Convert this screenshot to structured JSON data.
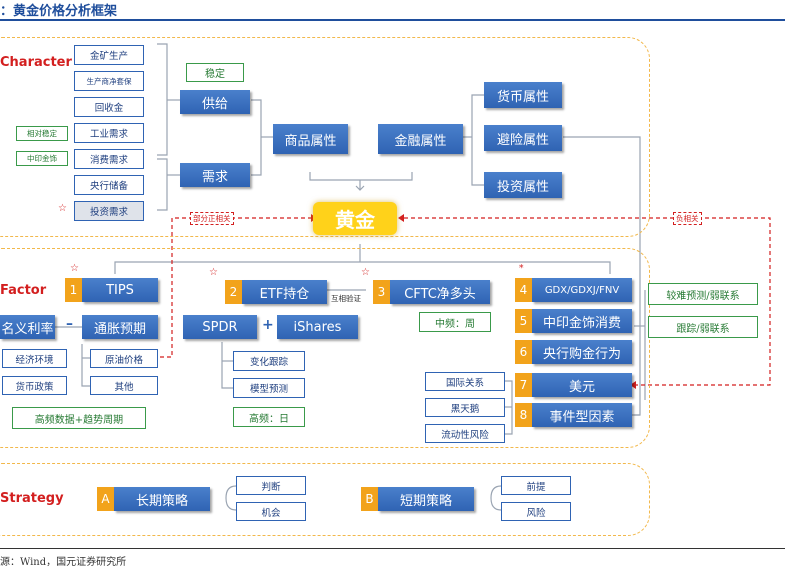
{
  "header": {
    "title": "：黄金价格分析框架"
  },
  "source": "源：Wind，国元证券研究所",
  "center": {
    "label": "黄金"
  },
  "character": {
    "label": "Character",
    "left_items": [
      "金矿生产",
      "生产商净套保",
      "回收金",
      "工业需求",
      "消费需求",
      "央行储备",
      "投资需求"
    ],
    "tags": {
      "industry": "相对稳定",
      "consumption": "中印金饰"
    },
    "stable": "稳定",
    "supply": "供给",
    "demand": "需求",
    "commodity": "商品属性",
    "financial": "金融属性",
    "right_items": [
      "货币属性",
      "避险属性",
      "投资属性"
    ]
  },
  "relations": {
    "partial_positive": "部分正相关",
    "negative": "负相关",
    "mutual": "互相验证"
  },
  "factor": {
    "label": "Factor",
    "f1": {
      "num": "1",
      "name": "TIPS"
    },
    "f2": {
      "num": "2",
      "name": "ETF持仓"
    },
    "f3": {
      "num": "3",
      "name": "CFTC净多头"
    },
    "nominal": "名义利率",
    "minus": "–",
    "inflation": "通胀预期",
    "left_small": [
      "经济环境",
      "货币政策"
    ],
    "oil": "原油价格",
    "other": "其他",
    "hf_trend": "高频数据+趋势周期",
    "spdr": "SPDR",
    "plus": "+",
    "ishares": "iShares",
    "etf_subs": [
      "变化跟踪",
      "模型预测"
    ],
    "hf_day": "高频：日",
    "mf_week": "中频：周",
    "right": [
      {
        "num": "4",
        "name": "GDX/GDXJ/FNV"
      },
      {
        "num": "5",
        "name": "中印金饰消费"
      },
      {
        "num": "6",
        "name": "央行购金行为"
      },
      {
        "num": "7",
        "name": "美元"
      },
      {
        "num": "8",
        "name": "事件型因素"
      }
    ],
    "event_items": [
      "国际关系",
      "黑天鹅",
      "流动性风险"
    ],
    "far_right": [
      "较难预测/弱联系",
      "跟踪/弱联系"
    ]
  },
  "strategy": {
    "label": "Strategy",
    "a": {
      "letter": "A",
      "name": "长期策略",
      "subs": [
        "判断",
        "机会"
      ]
    },
    "b": {
      "letter": "B",
      "name": "短期策略",
      "subs": [
        "前提",
        "风险"
      ]
    }
  }
}
